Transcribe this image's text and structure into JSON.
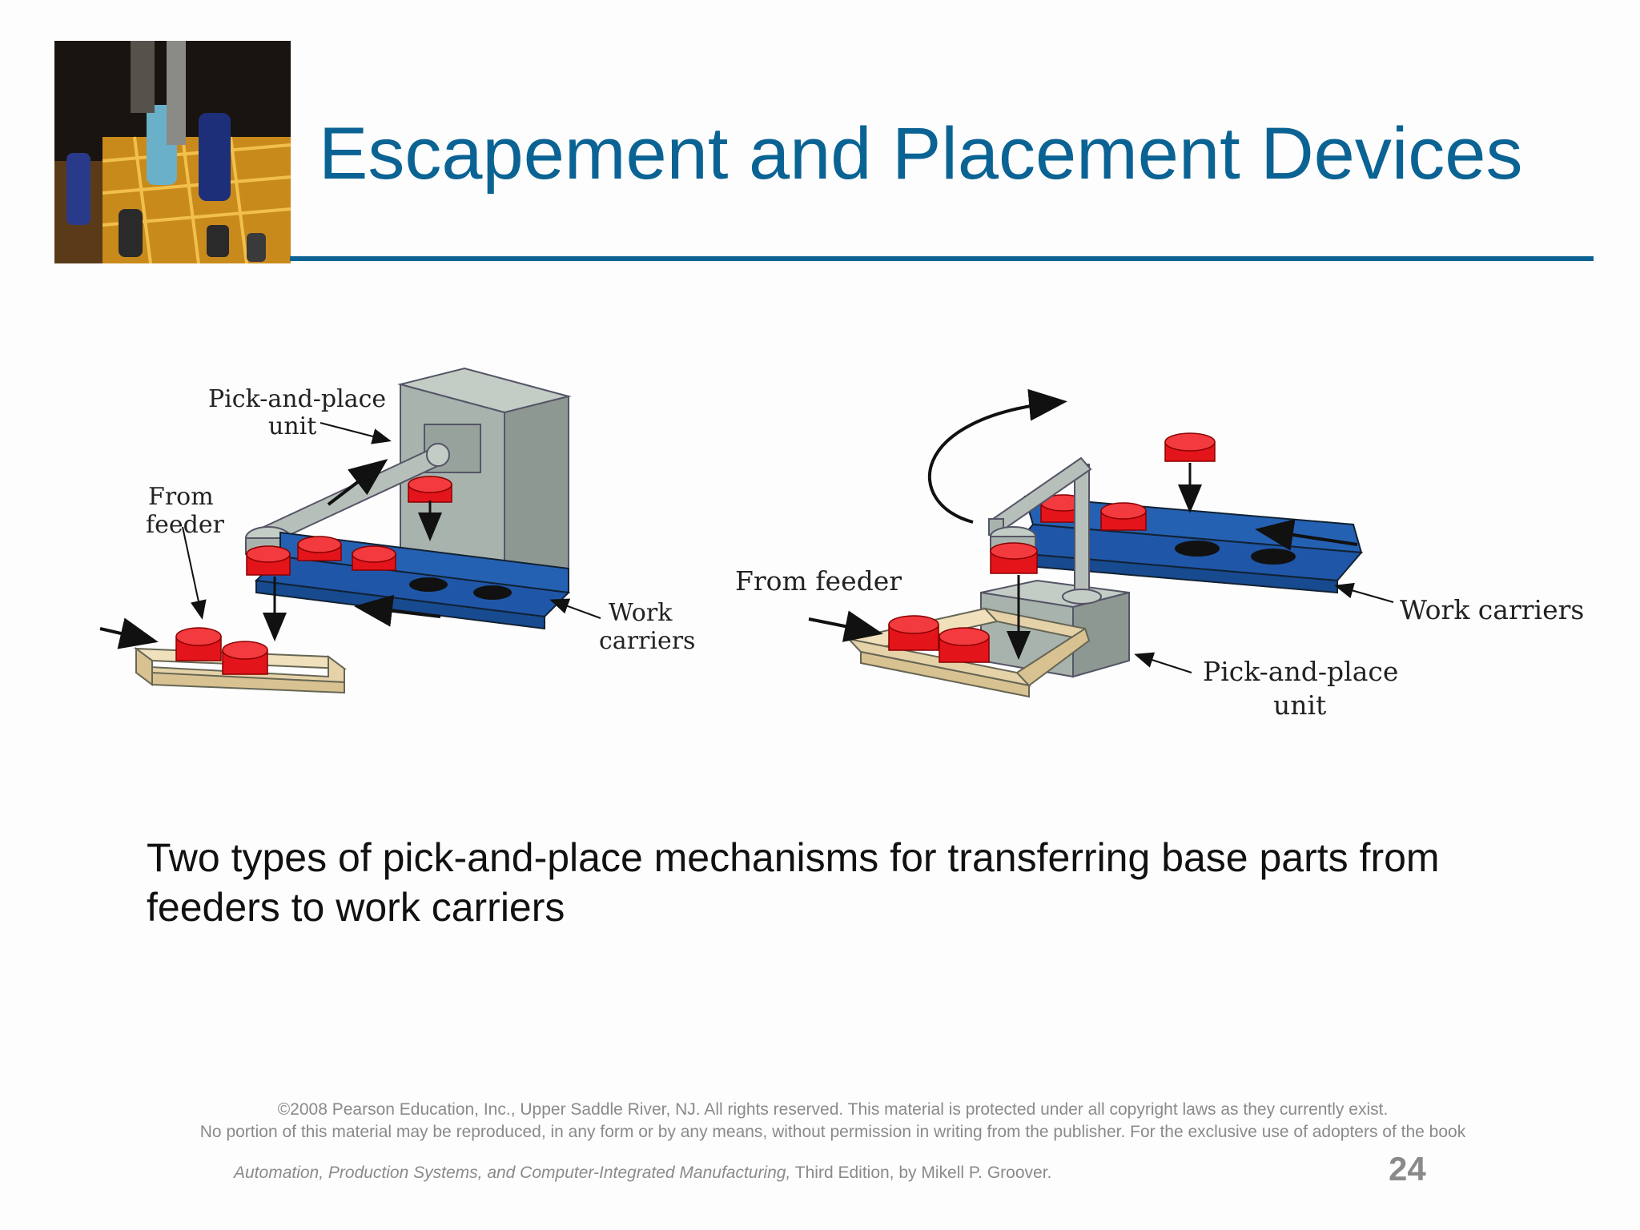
{
  "slide": {
    "title": "Escapement and Placement Devices",
    "caption": "Two types of pick-and-place mechanisms for transferring base parts from feeders to work carriers",
    "page_number": "24"
  },
  "diagram": {
    "left": {
      "unit_label_1": "Pick-and-place",
      "unit_label_2": "unit",
      "feeder_label_1": "From",
      "feeder_label_2": "feeder",
      "carriers_label_1": "Work",
      "carriers_label_2": "carriers"
    },
    "right": {
      "feeder_label": "From feeder",
      "carriers_label": "Work carriers",
      "unit_label_1": "Pick-and-place",
      "unit_label_2": "unit"
    }
  },
  "footer": {
    "copyright_line_1": "©2008 Pearson Education, Inc., Upper Saddle River, NJ.  All rights reserved.  This material is protected under all copyright laws as they currently exist.",
    "copyright_line_2": "No portion of this material may be reproduced, in any form or by any means, without permission in writing from the publisher.  For the exclusive use of adopters of the book",
    "book_title": "Automation, Production Systems, and Computer-Integrated Manufacturing,",
    "book_edition": " Third Edition, by Mikell P. Groover."
  },
  "colors": {
    "title": "#0b6394",
    "carrier_blue": "#1f56a8",
    "part_red": "#e4141b",
    "machine_gray": "#a9b3ad",
    "feeder_tan": "#e6d2a8"
  }
}
